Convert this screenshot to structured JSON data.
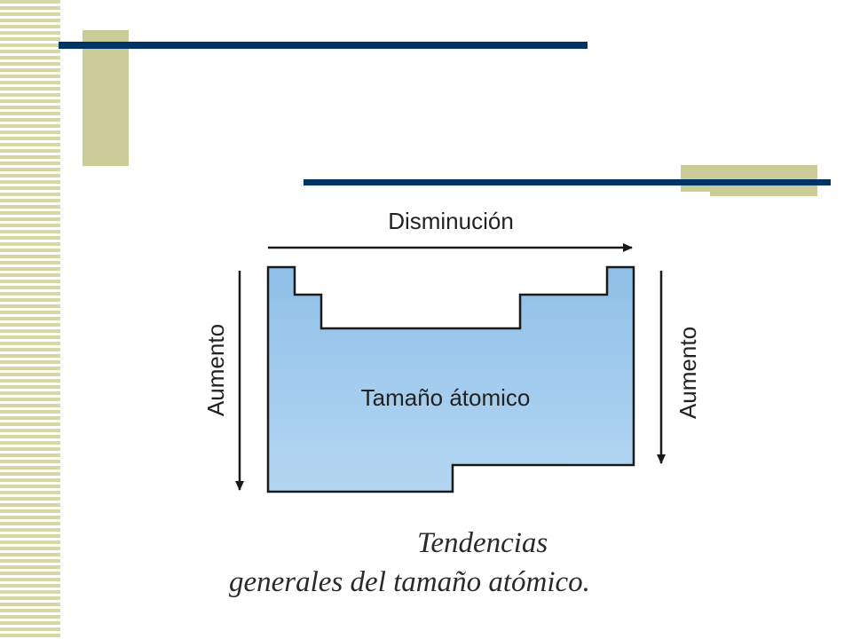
{
  "theme": {
    "stripe": "#d7d7a3",
    "olive": "#cccc99",
    "navy": "#003366",
    "table_fill_top": "#8fc0e8",
    "table_fill_bottom": "#b5d6f2",
    "outline": "#1a1a1a",
    "arrow": "#1a1a1a"
  },
  "diagram": {
    "top_arrow_label": "Disminución",
    "left_arrow_label": "Aumento",
    "right_arrow_label": "Aumento",
    "center_label": "Tamaño átomico"
  },
  "caption": {
    "line1": "Tendencias",
    "line2": "generales del tamaño atómico."
  }
}
